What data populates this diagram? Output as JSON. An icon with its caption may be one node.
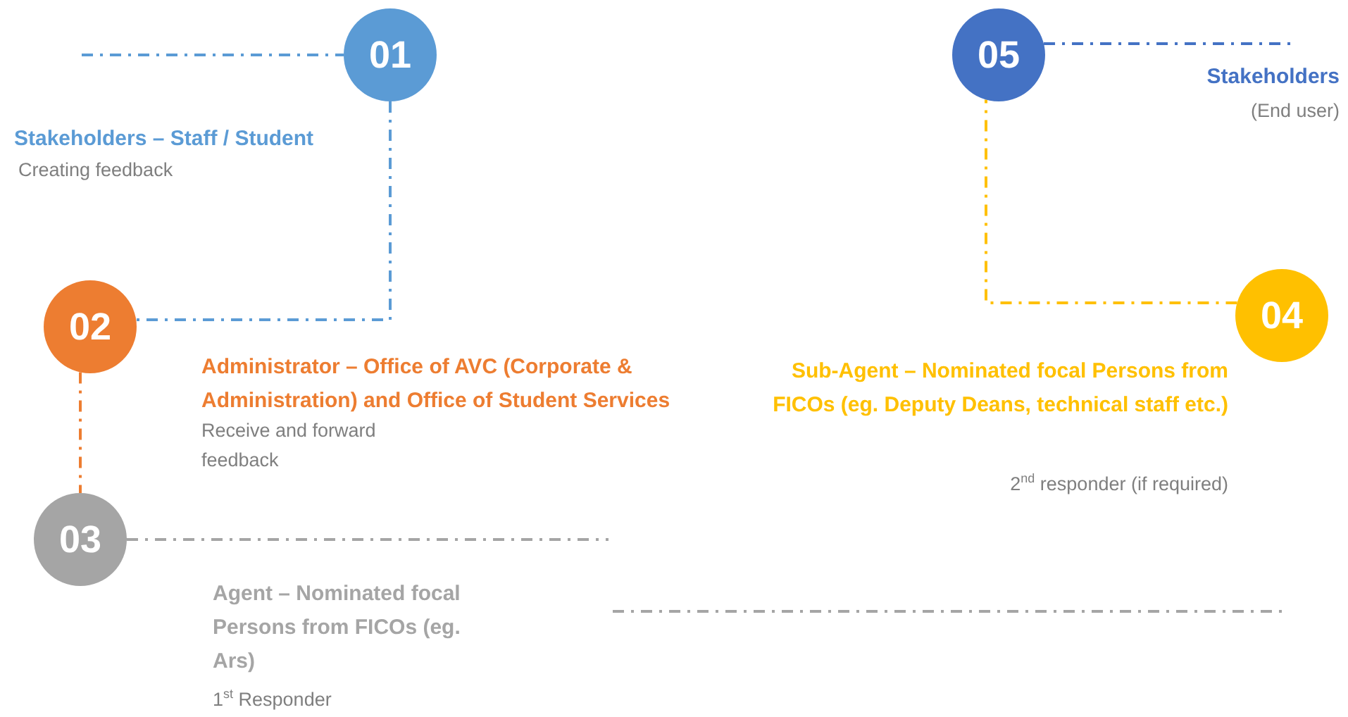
{
  "diagram": {
    "nodes": [
      {
        "text": [
          "01"
        ],
        "beside": [
          "Stakeholders – Staff / Student",
          "Creating feedback"
        ]
      },
      {
        "text": [
          "02"
        ],
        "beside": [
          "Administrator – Office of AVC (Corporate & Administration) and Office of Student Services",
          "Receive and forward feedback"
        ]
      },
      {
        "text": [
          "03"
        ],
        "beside": [
          "Agent – Nominated focal Persons from FICOs (eg. Ars)",
          "1$^{st}$ Responder"
        ]
      },
      {
        "text": [
          "04"
        ],
        "beside": [
          "Sub-Agent – Nominated focal Persons from FICOs (eg. Deputy Deans, technical staff etc.)",
          "2$^{nd}$ responder (if required)"
        ]
      },
      {
        "text": [
          "05"
        ],
        "beside": [
          "Stakeholders",
          "(End user)"
        ]
      }
    ],
    "edges": [
      {
        "from": null,
        "to": 0,
        "arrow": "none",
        "style": "dashed",
        "color": "#5b9bd5"
      },
      {
        "from": 0,
        "to": 1,
        "arrow": "none",
        "style": "dashed",
        "color": "#5b9bd5"
      },
      {
        "from": 1,
        "to": 2,
        "arrow": "none",
        "style": "dashed",
        "color": "#ed7d31"
      },
      {
        "from": 2,
        "to": null,
        "arrow": "none",
        "style": "dashed",
        "color": "#a5a5a5"
      },
      {
        "from": 3,
        "to": 4,
        "arrow": "none",
        "style": "dashed",
        "color": "#ffc000"
      },
      {
        "from": 4,
        "to": null,
        "arrow": "none",
        "style": "dashed",
        "color": "#4472c4"
      }
    ]
  }
}
